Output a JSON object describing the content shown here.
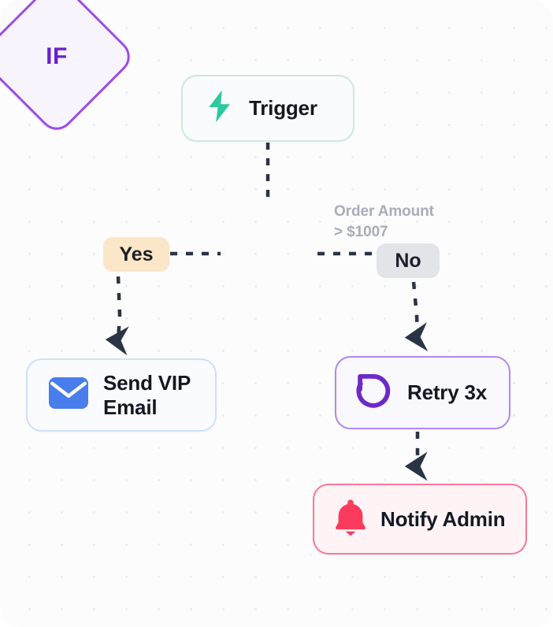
{
  "canvas": {
    "background_color": "#fcfcfd",
    "dot_grid_color": "#eceef1",
    "edge_color": "#2b3444"
  },
  "nodes": [
    {
      "id": "trigger",
      "label": "Trigger",
      "icon": "lightning-bolt-icon",
      "accent_color": "#2dc9a0",
      "border_color": "#cbeade",
      "fill_color": "#fafbfc"
    },
    {
      "id": "if",
      "label": "IF",
      "shape": "diamond",
      "accent_color": "#6b21c8",
      "border_color": "#9b4dea",
      "fill_color": "#f7f4fe"
    },
    {
      "id": "send-vip-email",
      "label": "Send VIP\nEmail",
      "icon": "envelope-icon",
      "accent_color": "#4a7dec",
      "border_color": "#cfe0fb",
      "fill_color": "#fafbff"
    },
    {
      "id": "retry",
      "label": "Retry 3x",
      "icon": "rotate-counterclockwise-icon",
      "accent_color": "#6d28c9",
      "border_color": "#b388f0",
      "fill_color": "#f9f8fd"
    },
    {
      "id": "notify-admin",
      "label": "Notify Admin",
      "icon": "bell-icon",
      "accent_color": "#fb3b5e",
      "border_color": "#fb7796",
      "fill_color": "#fef4f6"
    }
  ],
  "branches": {
    "yes": {
      "label": "Yes",
      "fill_color": "#fbe6c8",
      "text_color": "#1b1f2a"
    },
    "no": {
      "label": "No",
      "fill_color": "#e3e4e8",
      "text_color": "#1b1f2a"
    }
  },
  "condition": {
    "text": "Order Amount\n> $1007",
    "color": "#a8adb8"
  },
  "edges": [
    {
      "id": "trigger-to-if",
      "from": "trigger",
      "to": "if",
      "style": "dashed",
      "arrow": false
    },
    {
      "id": "yes-to-if",
      "from": "yes",
      "to": "if",
      "style": "dashed",
      "arrow": false
    },
    {
      "id": "if-to-no",
      "from": "if",
      "to": "no",
      "style": "dashed",
      "arrow": false
    },
    {
      "id": "yes-to-email",
      "from": "yes",
      "to": "send-vip-email",
      "style": "dashed",
      "arrow": true
    },
    {
      "id": "no-to-retry",
      "from": "no",
      "to": "retry",
      "style": "dashed",
      "arrow": true
    },
    {
      "id": "retry-to-notify",
      "from": "retry",
      "to": "notify-admin",
      "style": "dashed",
      "arrow": true
    }
  ]
}
